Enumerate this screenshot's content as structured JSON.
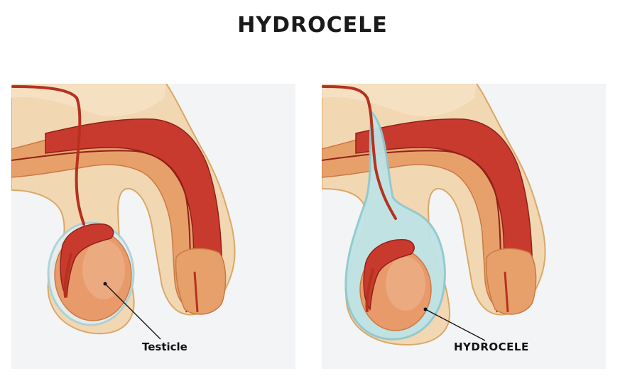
{
  "title": "HYDROCELE",
  "panels": {
    "normal": {
      "label": "Testicle"
    },
    "hydrocele": {
      "label": "HYDROCELE"
    }
  },
  "colors": {
    "skin": "#f2d7b3",
    "skin_outline": "#d9a86a",
    "tissue": "#e8a06b",
    "muscle": "#c93a2e",
    "testicle": "#e89a6a",
    "fluid": "#bfe3e6",
    "fluid_outline": "#8fc9cf",
    "background": "#f3f4f5"
  }
}
